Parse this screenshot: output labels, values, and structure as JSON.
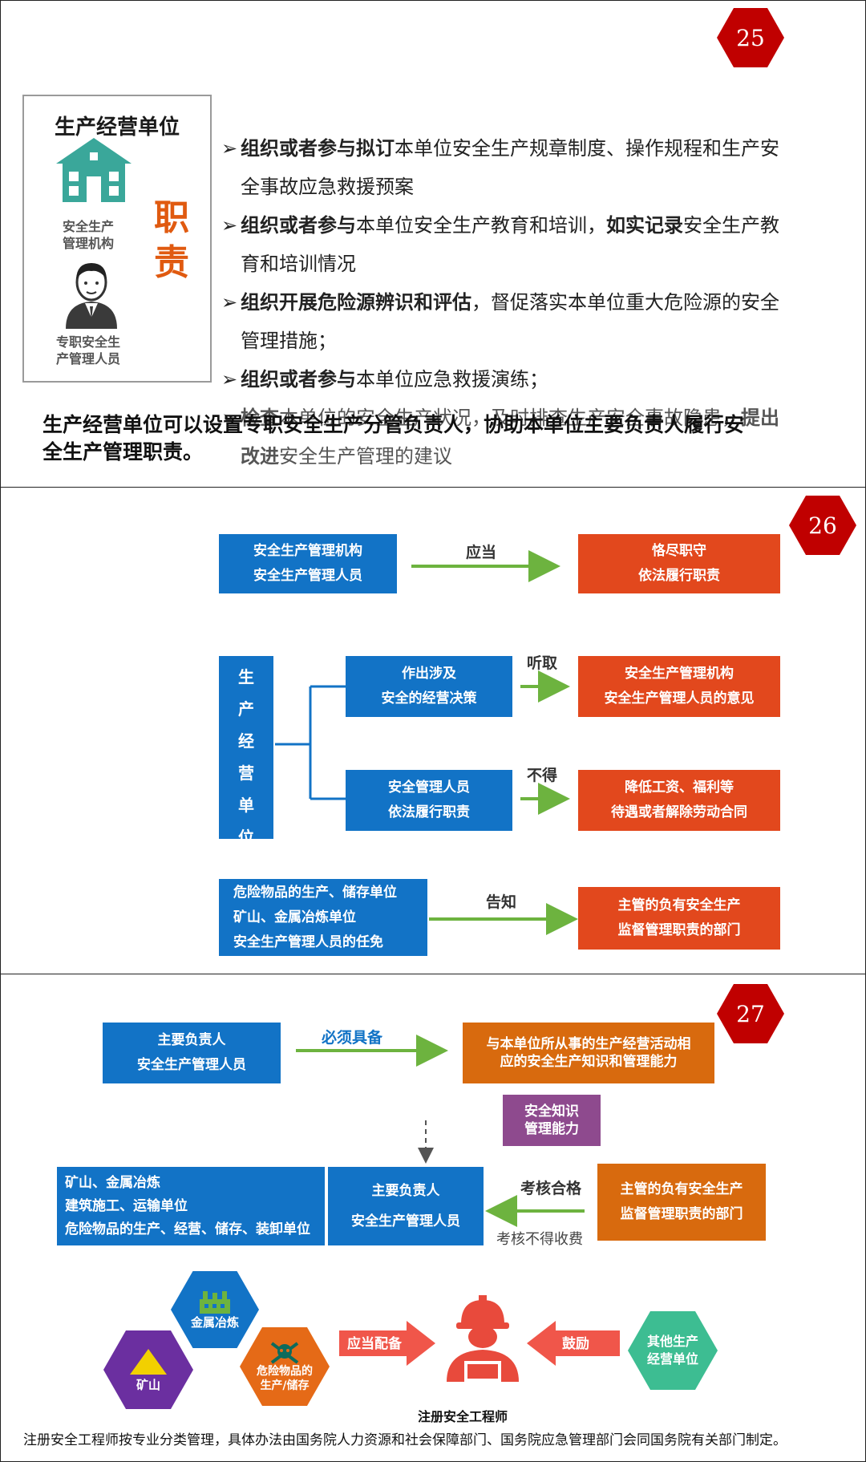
{
  "slide25": {
    "page_number": "25",
    "card_title": "生产经营单位",
    "org_label_1": "安全生产",
    "org_label_2": "管理机构",
    "person_label_1": "专职安全生",
    "person_label_2": "产管理人员",
    "zhize_1": "职",
    "zhize_2": "责",
    "duties": [
      {
        "bold": "组织或者参与拟订",
        "text": "本单位安全生产规章制度、操作规程和生产安",
        "line2": "全事故应急救援预案"
      },
      {
        "bold": "组织或者参与",
        "text": "本单位安全生产教育和培训，",
        "bold2": "如实记录",
        "text2": "安全生产教",
        "line2": "育和培训情况"
      },
      {
        "bold": "组织开展危险源辨识和评估",
        "text": "，督促落实本单位重大危险源的安全",
        "line2": "管理措施；"
      },
      {
        "bold": "组织或者参与",
        "text": "本单位应急救援演练；"
      },
      {
        "bold": "检查",
        "text": "本单位的安全生产状况，及时排查生产安全事故隐患，",
        "bold2": "提出",
        "line2_bold": "改进",
        "line2": "安全生产管理的建议"
      }
    ],
    "overlay_line1": "生产经营单位可以设置专职安全生产分管负责人，协助本单位主要负责人履行安",
    "overlay_line2": "全生产管理职责。"
  },
  "slide26": {
    "page_number": "26",
    "top_left": [
      "安全生产管理机构",
      "安全生产管理人员"
    ],
    "top_arrow": "应当",
    "top_right": [
      "恪尽职守",
      "依法履行职责"
    ],
    "vertical_unit": [
      "生",
      "产",
      "经",
      "营",
      "单",
      "位"
    ],
    "mid_box1": [
      "作出涉及",
      "安全的经营决策"
    ],
    "mid_arrow1": "听取",
    "mid_right1": [
      "安全生产管理机构",
      "安全生产管理人员的意见"
    ],
    "mid_box2": [
      "安全管理人员",
      "依法履行职责"
    ],
    "mid_arrow2": "不得",
    "mid_right2": [
      "降低工资、福利等",
      "待遇或者解除劳动合同"
    ],
    "bottom_left": [
      "危险物品的生产、储存单位",
      "矿山、金属冶炼单位",
      "安全生产管理人员的任免"
    ],
    "bottom_arrow": "告知",
    "bottom_right": [
      "主管的负有安全生产",
      "监督管理职责的部门"
    ]
  },
  "slide27": {
    "page_number": "27",
    "top_left": [
      "主要负责人",
      "安全生产管理人员"
    ],
    "top_arrow": "必须具备",
    "top_right": [
      "与本单位所从事的生产经营活动相",
      "应的安全生产知识和管理能力"
    ],
    "purple_box": [
      "安全知识",
      "管理能力"
    ],
    "mid_left": [
      "矿山、金属冶炼",
      "建筑施工、运输单位",
      "危险物品的生产、经营、储存、装卸单位"
    ],
    "mid_center": [
      "主要负责人",
      "安全生产管理人员"
    ],
    "exam_pass": "考核合格",
    "exam_fee": "考核不得收费",
    "mid_right": [
      "主管的负有安全生产",
      "监督管理职责的部门"
    ],
    "hex_metal": "金属冶炼",
    "hex_mine": "矿山",
    "hex_danger": [
      "危险物品的",
      "生产/储存"
    ],
    "arrow_should": "应当配备",
    "engineer_label": "注册安全工程师",
    "arrow_encourage": "鼓励",
    "hex_other": [
      "其他生产",
      "经营单位"
    ],
    "caption": "注册安全工程师按专业分类管理，具体办法由国务院人力资源和社会保障部门、国务院应急管理部门会同国务院有关部门制定。"
  },
  "colors": {
    "hex_red": "#c00000",
    "blue": "#1273c6",
    "red": "#e2481d",
    "orange": "#d86a0e",
    "green_arrow": "#6db33f",
    "purple": "#8e4a8e",
    "teal": "#3aa79a"
  }
}
